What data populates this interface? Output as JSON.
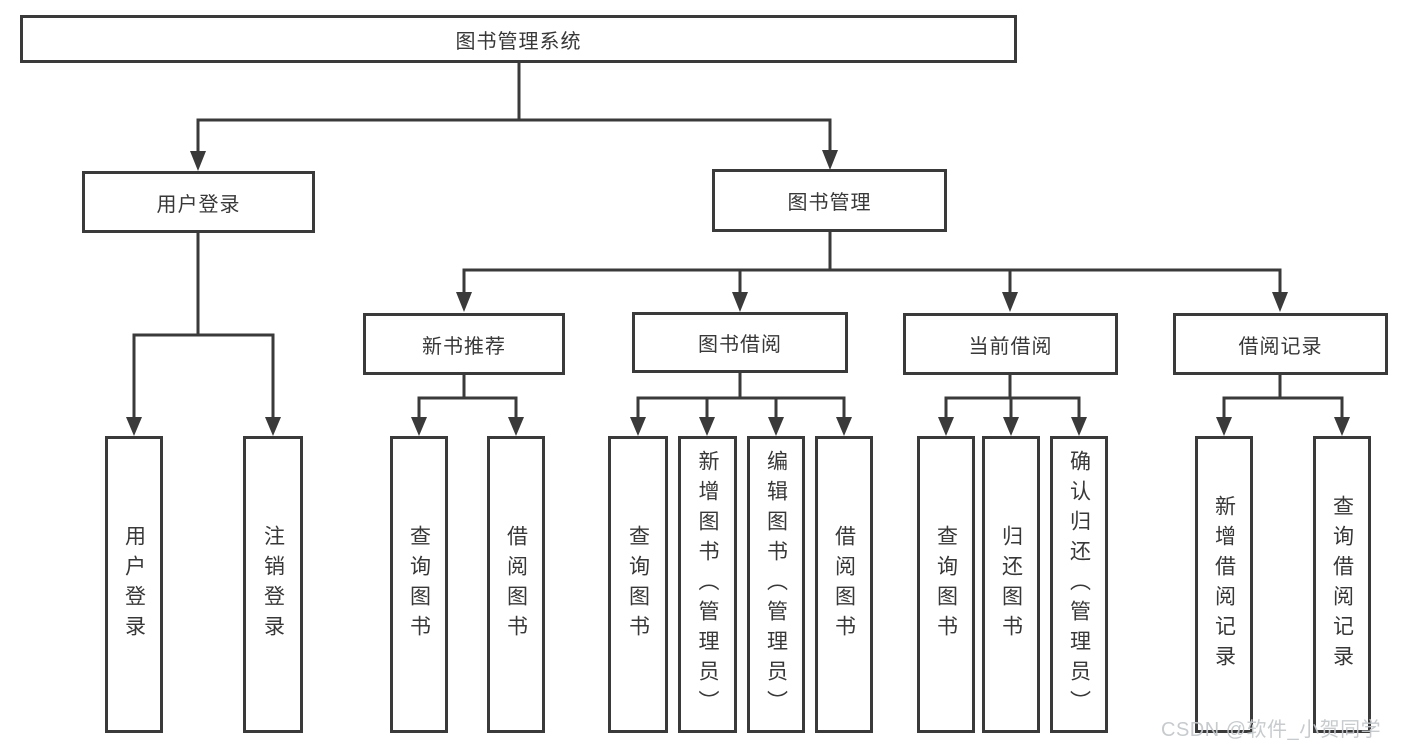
{
  "colors": {
    "background": "#ffffff",
    "line": "#3a3a3a",
    "text": "#383838",
    "watermark": "#c5c9cc"
  },
  "tree": {
    "root": {
      "label": "图书管理系统"
    },
    "branches": [
      {
        "label": "用户登录",
        "children": [
          {
            "label": "用户登录"
          },
          {
            "label": "注销登录"
          }
        ]
      },
      {
        "label": "图书管理",
        "children": [
          {
            "label": "新书推荐",
            "children": [
              {
                "label": "查询图书"
              },
              {
                "label": "借阅图书"
              }
            ]
          },
          {
            "label": "图书借阅",
            "children": [
              {
                "label": "查询图书"
              },
              {
                "label": "新增图书（管理员）"
              },
              {
                "label": "编辑图书（管理员）"
              },
              {
                "label": "借阅图书"
              }
            ]
          },
          {
            "label": "当前借阅",
            "children": [
              {
                "label": "查询图书"
              },
              {
                "label": "归还图书"
              },
              {
                "label": "确认归还（管理员）"
              }
            ]
          },
          {
            "label": "借阅记录",
            "children": [
              {
                "label": "新增借阅记录"
              },
              {
                "label": "查询借阅记录"
              }
            ]
          }
        ]
      }
    ]
  },
  "watermark": {
    "text": "CSDN @软件_小贺同学"
  }
}
